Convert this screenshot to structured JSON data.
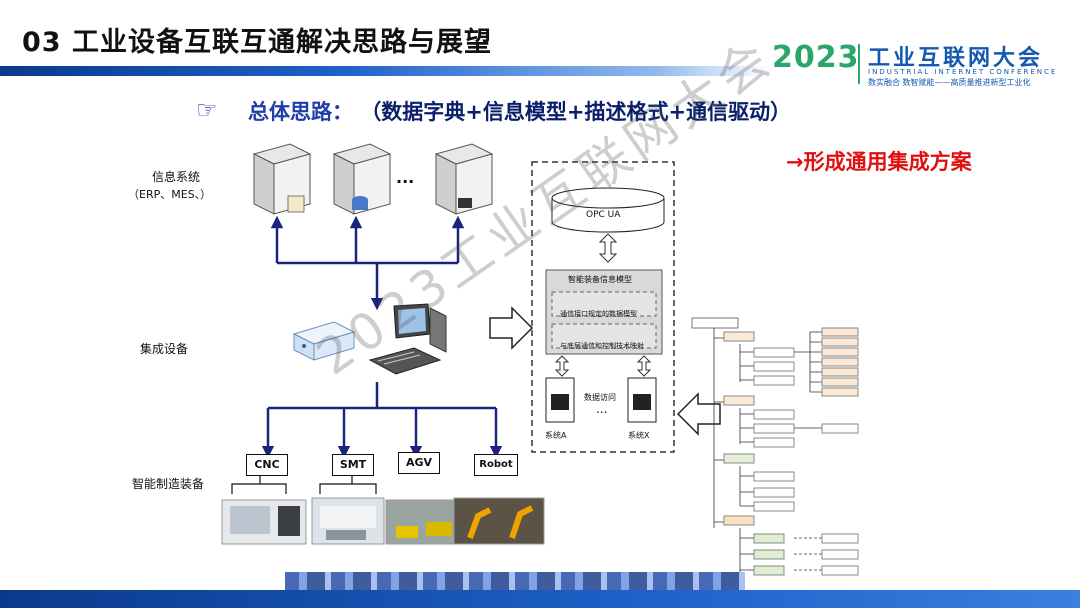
{
  "header": {
    "title": "03 工业设备互联互通解决思路与展望"
  },
  "conference": {
    "year": "2023",
    "name": "工业互联网大会",
    "name_en": "INDUSTRIAL INTERNET CONFERENCE",
    "slogan": "数实融合 数智赋能——高质量推进新型工业化"
  },
  "subtitle": {
    "lead": "总体思路：",
    "detail": "（数据字典+信息模型+描述格式+通信驱动）"
  },
  "result_text": "→形成通用集成方案",
  "left_diagram": {
    "info_system_label": "信息系统",
    "info_system_sub": "（ERP、MES、）",
    "ellipsis": "...",
    "integration_label": "集成设备",
    "equipment_label": "智能制造装备",
    "devices": [
      "CNC",
      "SMT",
      "AGV",
      "Robot"
    ]
  },
  "center_diagram": {
    "opc": "OPC UA",
    "model_title": "智能装备信息模型",
    "item1": "通信接口规定的数据模型",
    "item2": "与底层通信和控制技术映射",
    "data_access": "数据访问",
    "ellipsis": "...",
    "sys_a": "系统A",
    "sys_x": "系统X"
  },
  "watermark": "2023工业互联网大会",
  "colors": {
    "brand_blue": "#1459b0",
    "arrow_navy": "#1a237e",
    "accent_red": "#e01010",
    "brand_green": "#2aa66a"
  },
  "icons": [
    "pointing-hand-icon",
    "server-icon",
    "computer-icon",
    "gateway-box-icon",
    "up-down-arrow-icon",
    "right-arrow-icon",
    "left-arrow-icon"
  ]
}
